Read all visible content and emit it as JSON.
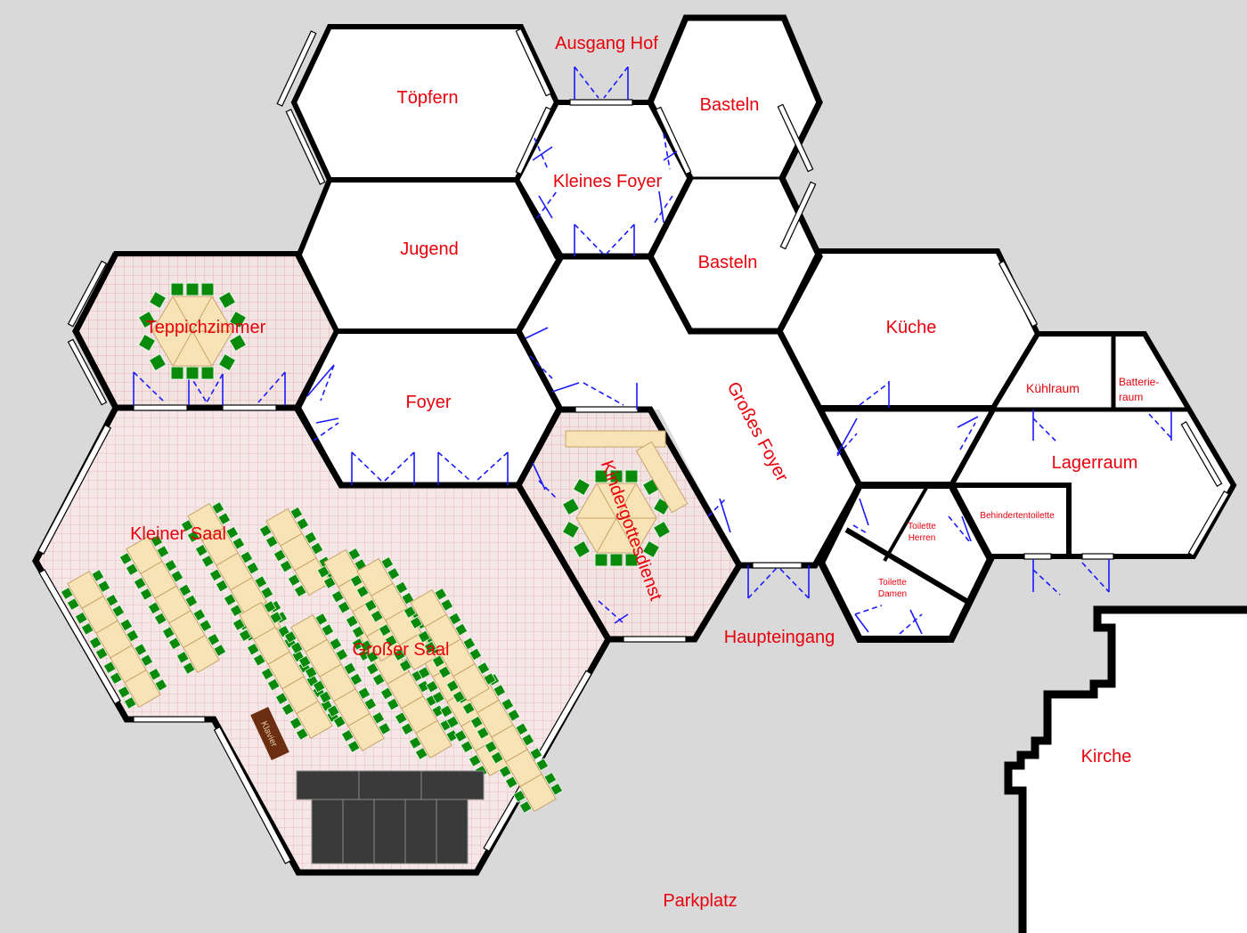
{
  "rooms": {
    "toepfern": "Töpfern",
    "basteln_1": "Basteln",
    "basteln_2": "Basteln",
    "kleines_foyer": "Kleines Foyer",
    "jugend": "Jugend",
    "teppichzimmer": "Teppichzimmer",
    "foyer": "Foyer",
    "kueche": "Küche",
    "kuehlraum": "Kühlraum",
    "batterieraum_1": "Batterie-",
    "batterieraum_2": "raum",
    "lagerraum": "Lagerraum",
    "grosses_foyer": "Großes Foyer",
    "kindergottesdienst": "Kindergottesdienst",
    "kleiner_saal": "Kleiner Saal",
    "grosser_saal": "Großer Saal",
    "behindertentoilette": "Behindertentoilette",
    "toilette_herren_1": "Toilette",
    "toilette_herren_2": "Herren",
    "toilette_damen_1": "Toilette",
    "toilette_damen_2": "Damen",
    "klavier": "Klavier"
  },
  "outside": {
    "ausgang_hof": "Ausgang Hof",
    "haupteingang": "Haupteingang",
    "parkplatz": "Parkplatz",
    "kirche": "Kirche"
  },
  "colors": {
    "background": "#d9d9d9",
    "label": "#e8000b",
    "wall": "#000000",
    "door": "#1a1aff",
    "carpet": "#f3e4e4",
    "table": "#f7e3b5",
    "chair": "#0a8a0a",
    "piano": "#6b2e10",
    "stage": "#3a3a3a"
  }
}
